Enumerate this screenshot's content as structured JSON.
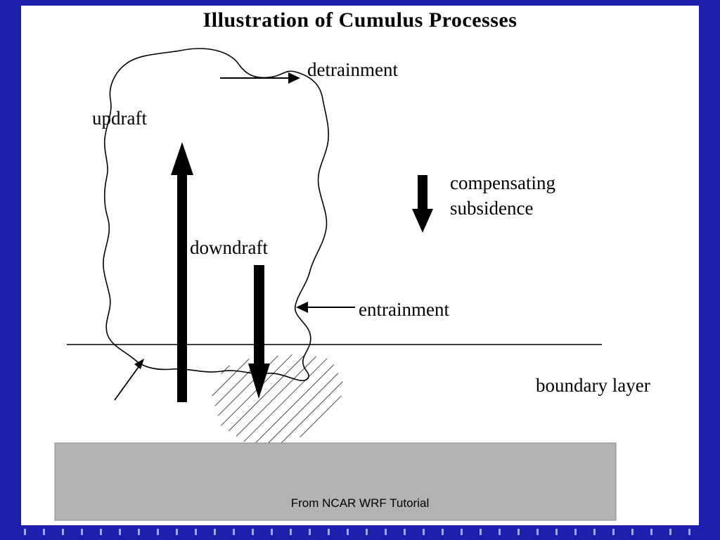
{
  "slide": {
    "title": "Illustration of Cumulus Processes",
    "attribution": "From NCAR WRF Tutorial",
    "labels": {
      "updraft": "updraft",
      "detrainment": "detrainment",
      "downdraft": "downdraft",
      "compensating_subsidence_line1": "compensating",
      "compensating_subsidence_line2": "subsidence",
      "entrainment": "entrainment",
      "boundary_layer": "boundary layer"
    },
    "colors": {
      "frame": "#1F1FAD",
      "paper": "#FFFFFF",
      "ink": "#000000",
      "ground": "#B3B3B3"
    }
  }
}
